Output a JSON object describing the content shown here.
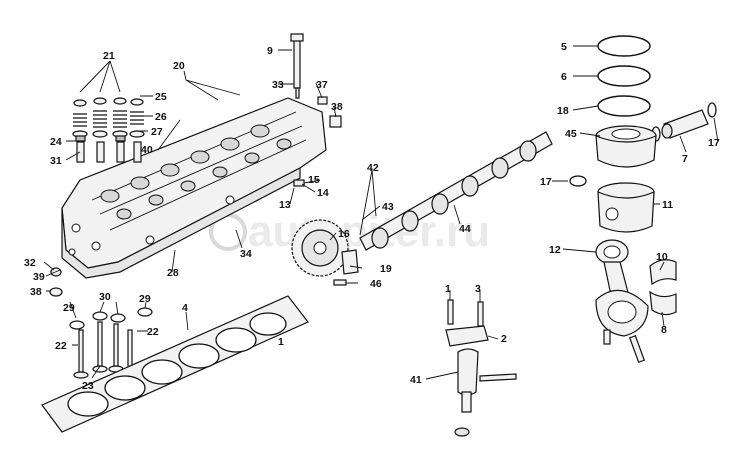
{
  "watermark": "autopiter.ru",
  "callouts": {
    "c1": "1",
    "c2": "2",
    "c3": "3",
    "c4": "4",
    "c5": "5",
    "c6": "6",
    "c7": "7",
    "c8": "8",
    "c9": "9",
    "c10": "10",
    "c11": "11",
    "c12": "12",
    "c13": "13",
    "c14": "14",
    "c15": "15",
    "c16": "16",
    "c17a": "17",
    "c17b": "17",
    "c18": "18",
    "c19": "19",
    "c20": "20",
    "c21": "21",
    "c22a": "22",
    "c22b": "22",
    "c23": "23",
    "c24": "24",
    "c25": "25",
    "c26": "26",
    "c27": "27",
    "c28": "28",
    "c29a": "29",
    "c29b": "29",
    "c30": "30",
    "c31": "31",
    "c32": "32",
    "c33": "33",
    "c34": "34",
    "c37": "37",
    "c38a": "38",
    "c38b": "38",
    "c39": "39",
    "c40": "40",
    "c41": "41",
    "c42": "42",
    "c43": "43",
    "c44": "44",
    "c45": "45",
    "c46": "46"
  }
}
